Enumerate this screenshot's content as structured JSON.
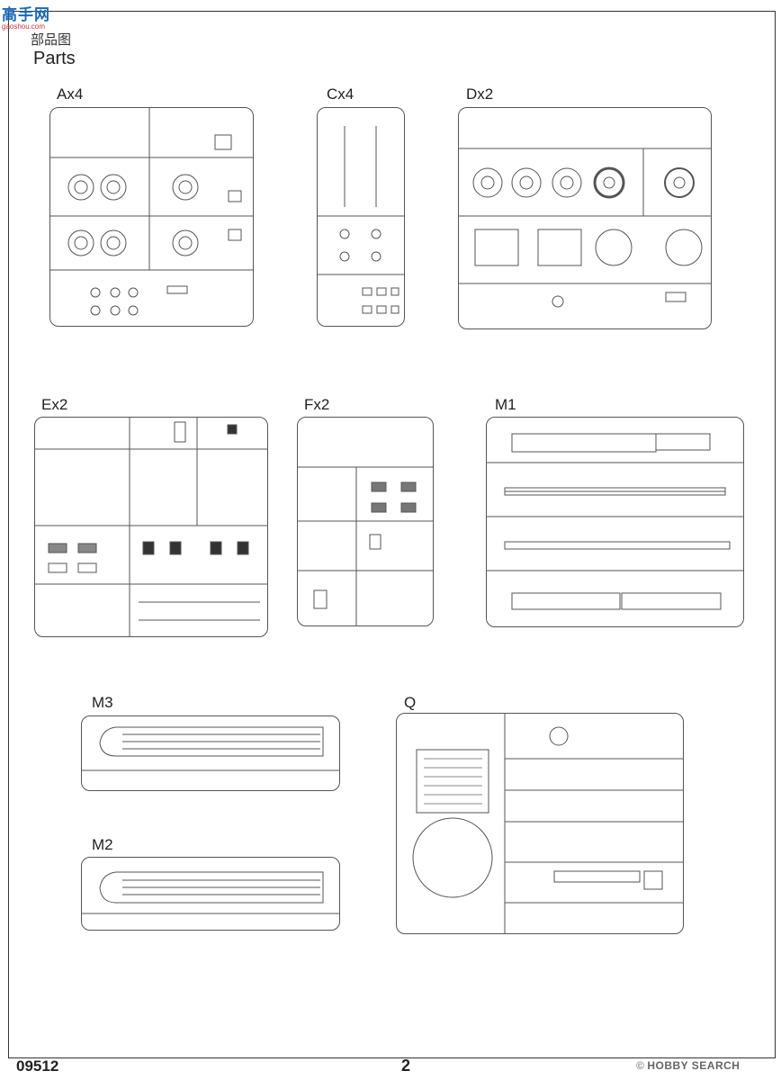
{
  "logo": {
    "text": "高手网",
    "url": "gaoshou.com"
  },
  "header": {
    "title_cn": "部品图",
    "title_en": "Parts"
  },
  "sprues": [
    {
      "id": "A",
      "label": "Ax4"
    },
    {
      "id": "C",
      "label": "Cx4"
    },
    {
      "id": "D",
      "label": "Dx2"
    },
    {
      "id": "E",
      "label": "Ex2"
    },
    {
      "id": "F",
      "label": "Fx2"
    },
    {
      "id": "M1",
      "label": "M1"
    },
    {
      "id": "M3",
      "label": "M3"
    },
    {
      "id": "Q",
      "label": "Q"
    },
    {
      "id": "M2",
      "label": "M2"
    }
  ],
  "footer": {
    "kit_number": "09512",
    "page_number": "2",
    "brand": "HOBBY SEARCH",
    "brand_mark": "©"
  },
  "colors": {
    "line": "#555555",
    "text": "#222222",
    "logo": "#1a6ab5"
  }
}
